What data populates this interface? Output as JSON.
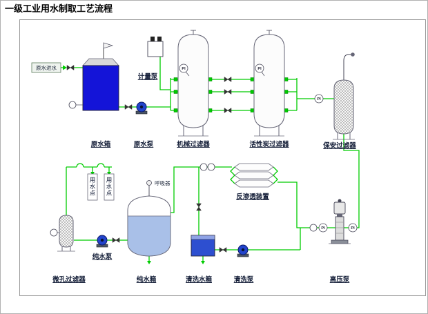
{
  "page": {
    "title": "一级工业用水制取工艺流程"
  },
  "labels": {
    "raw_water_inlet": "原水进水",
    "raw_water_tank": "原水箱",
    "raw_water_pump": "原水泵",
    "metering_pump": "计量泵",
    "mechanical_filter": "机械过滤器",
    "carbon_filter": "活性炭过滤器",
    "security_filter": "保安过滤器",
    "ro_unit": "反渗透装置",
    "high_pressure_pump": "高压泵",
    "cleaning_pump": "清洗泵",
    "cleaning_tank": "清洗水箱",
    "pure_water_tank": "纯水箱",
    "pure_water_pump": "纯水泵",
    "micro_filter": "微孔过滤器",
    "breather": "呼吸器",
    "water_point": "用水点"
  },
  "instruments": {
    "pressure_indicator": "PI"
  },
  "colors": {
    "pipe_green": "#00cc00",
    "raw_tank_blue": "#1414d8",
    "pump_blue": "#2244cc",
    "pure_water_liquid": "#a9c0e8",
    "cleaning_tank_blue": "#2d4fd0",
    "label_text": "#141e38"
  }
}
